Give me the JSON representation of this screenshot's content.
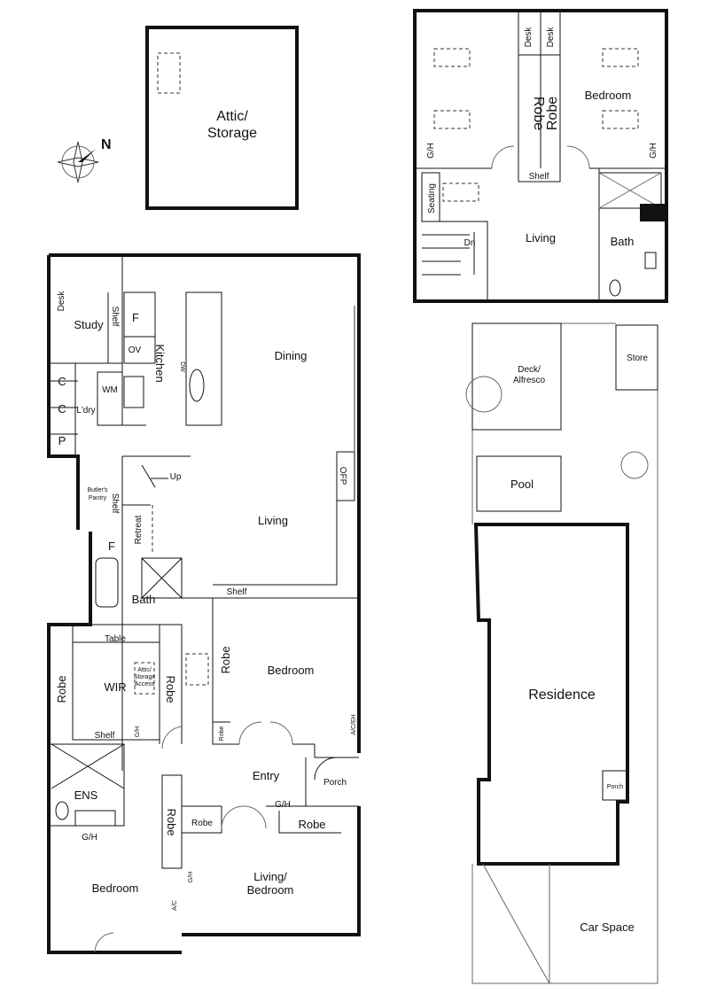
{
  "compass": {
    "label": "N",
    "icon": "compass-rose-icon"
  },
  "attic": {
    "line1": "Attic/",
    "line2": "Storage"
  },
  "upper": {
    "desk1": "Desk",
    "desk2": "Desk",
    "robe1": "Robe",
    "robe2": "Robe",
    "bedroom": "Bedroom",
    "gh1": "G/H",
    "gh2": "G/H",
    "shelf": "Shelf",
    "seating": "Seating",
    "living": "Living",
    "dn": "Dn",
    "bath": "Bath"
  },
  "ground": {
    "study": "Study",
    "desk": "Desk",
    "shelf1": "Shelf",
    "f1": "F",
    "ov": "OV",
    "kitchen": "Kitchen",
    "dw": "DW",
    "dining": "Dining",
    "c1": "C",
    "c2": "C",
    "p": "P",
    "laundry": "L'dry",
    "wm": "WM",
    "up": "Up",
    "butlers1": "Butler's",
    "butlers2": "Pantry",
    "shelf2": "Shelf",
    "retreat": "Retreat",
    "f2": "F",
    "ofp": "OFP",
    "living": "Living",
    "bath": "Bath",
    "shelf3": "Shelf",
    "table": "Table",
    "robe1": "Robe",
    "wir": "WIR",
    "access1": "Attic/",
    "access2": "Storage",
    "access3": "Access",
    "robe2": "Robe",
    "robe3": "Robe",
    "bedroom1": "Bedroom",
    "robe4": "Robe",
    "acEh": "A/C/EH",
    "shelf4": "Shelf",
    "gh1": "G/H",
    "ens": "ENS",
    "gh2": "G/H",
    "entry": "Entry",
    "porch": "Porch",
    "gh3": "G/H",
    "robe5": "Robe",
    "robe6": "Robe",
    "robe7": "Robe",
    "gh4": "G/H",
    "ac": "A/C",
    "bedroom2": "Bedroom",
    "livbed1": "Living/",
    "livbed2": "Bedroom"
  },
  "site": {
    "deck1": "Deck/",
    "deck2": "Alfresco",
    "store": "Store",
    "pool": "Pool",
    "residence": "Residence",
    "porch": "Porch",
    "car": "Car Space"
  }
}
